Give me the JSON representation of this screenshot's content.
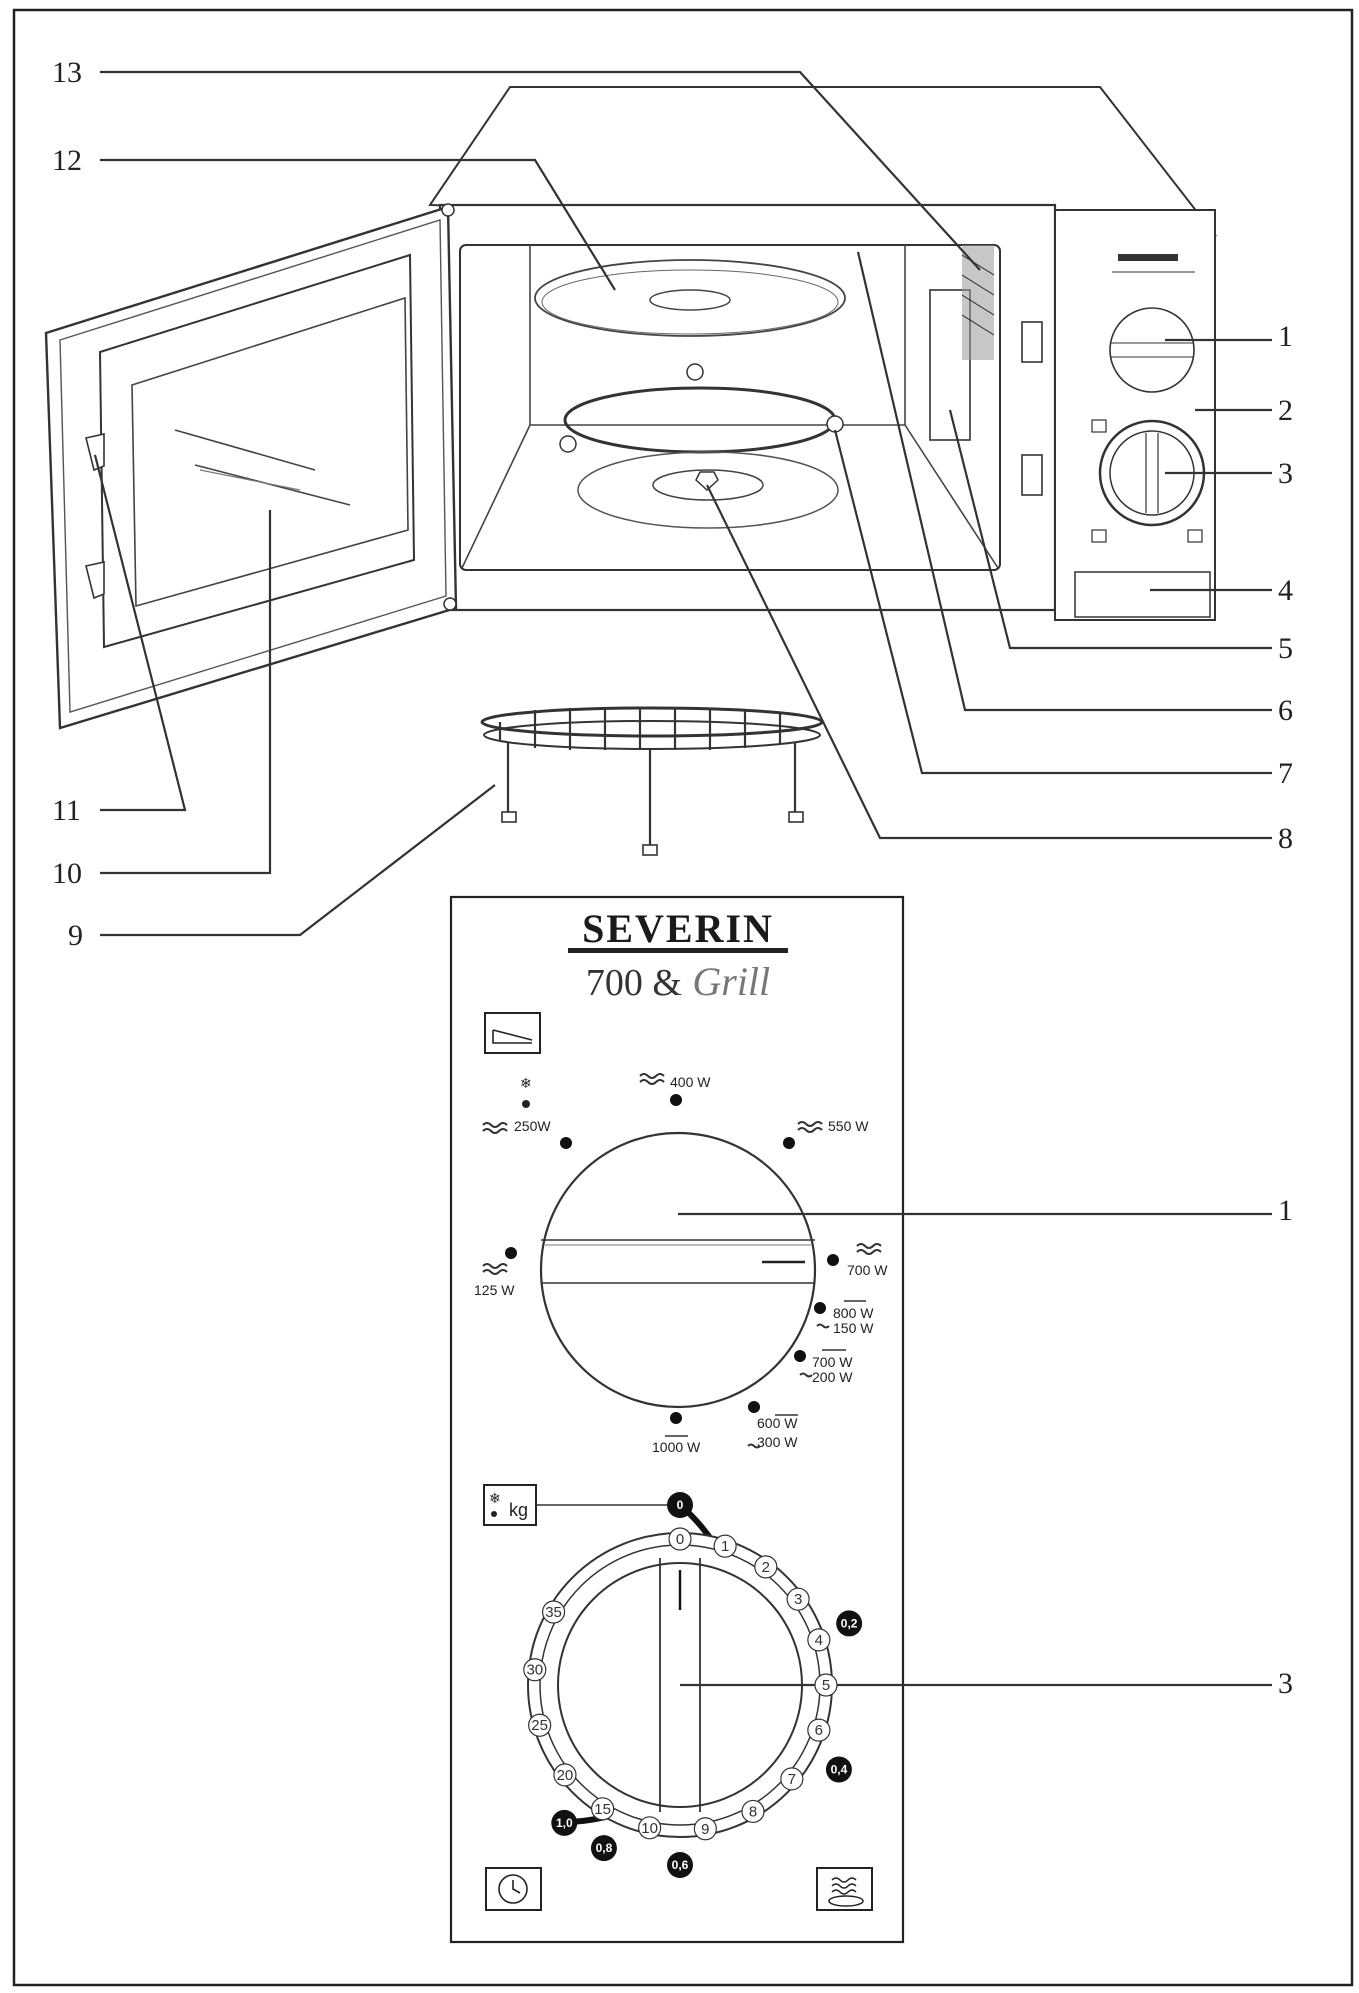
{
  "callouts": {
    "c1": "1",
    "c2": "2",
    "c3": "3",
    "c4": "4",
    "c5": "5",
    "c6": "6",
    "c7": "7",
    "c8": "8",
    "c9": "9",
    "c10": "10",
    "c11": "11",
    "c12": "12",
    "c13": "13",
    "c1b": "1",
    "c3b": "3"
  },
  "panel": {
    "brand": "SEVERIN",
    "model_number": "700 &",
    "model_grill": "Grill",
    "unit_kg": "kg"
  },
  "power_labels": {
    "w400": "400 W",
    "w550": "550 W",
    "w250": "250W",
    "w125": "125 W",
    "w700": "700 W",
    "g800": "800 W",
    "m150": "150 W",
    "g700": "700 W",
    "m200": "200 W",
    "g600": "600 W",
    "m300": "300 W",
    "g1000": "1000 W"
  },
  "timer_scale": [
    "0",
    "1",
    "2",
    "3",
    "4",
    "5",
    "6",
    "7",
    "8",
    "9",
    "10",
    "15",
    "20",
    "25",
    "30",
    "35"
  ],
  "weight_scale": [
    "0",
    "0,2",
    "0,4",
    "0,6",
    "0,8",
    "1,0"
  ],
  "icons": [
    "grill-ramp-icon",
    "defrost-snowflake-icon",
    "microwave-wave-icon",
    "grill-element-icon",
    "defrost-kg-icon",
    "clock-icon",
    "cooking-waves-icon"
  ]
}
